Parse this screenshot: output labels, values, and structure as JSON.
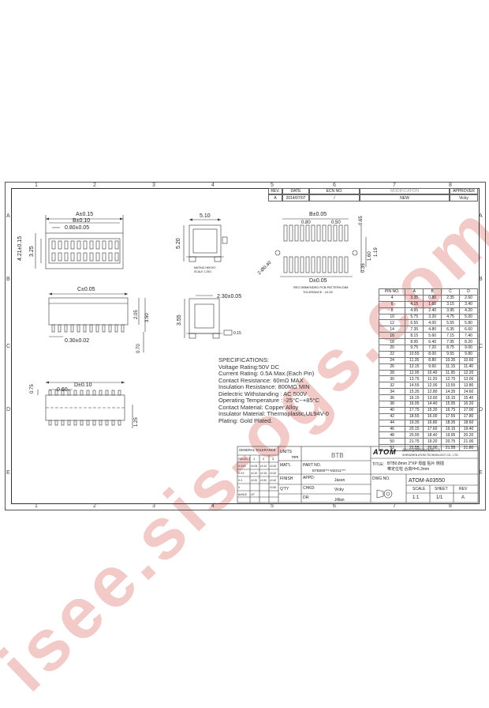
{
  "zones": {
    "cols": [
      "1",
      "2",
      "3",
      "4",
      "5",
      "6",
      "7",
      "8"
    ],
    "rows": [
      "A",
      "B",
      "C",
      "D",
      "E"
    ]
  },
  "revision_block": {
    "headers": [
      "REV.",
      "DATE",
      "ECN NO.",
      "MODIFICATION",
      "APPROVER"
    ],
    "row": [
      "A",
      "2014/07/07",
      "/",
      "NEW",
      "Vicky"
    ]
  },
  "dims": {
    "top_a": "A±0.15",
    "top_b": "B±0.10",
    "top_080": "0.80±0.05",
    "top_421": "4.21±0.15",
    "top_325": "3.25",
    "side_510": "5.10",
    "side_520": "5.20",
    "side_note": "MATING HEIGHT",
    "side_note2": "SCALE 1.25/1",
    "pcb_b": "B±0.05",
    "pcb_080": "0.80",
    "pcb_050": "0.50",
    "pcb_065": "0.65",
    "pcb_160": "1.60",
    "pcb_119": "1.19",
    "pcb_035": "0.35",
    "pcb_d": "D±0.05",
    "pcb_040": "2-Ø0.40",
    "pcb_note": "RECOMMENDED PCB PATTERN DIM.",
    "pcb_tol": "TOLERANCE : ±0.05",
    "front_c": "C±0.05",
    "front_205": "2.05",
    "front_350": "3.50",
    "front_030": "0.30±0.02",
    "front_070": "0.70",
    "end_230": "2.30±0.05",
    "end_355": "3.55",
    "end_015": "0.15",
    "bot_d": "D±0.10",
    "bot_060": "0.60",
    "bot_075": "0.75",
    "bot_125": "1.25"
  },
  "specs": [
    "SPECIFICATIONS:",
    "Voltage Rating:50V DC",
    "Current Rating: 0.5A Max.(Each Pin)",
    "Contact Resistance: 60mΩ MAX",
    "Insulation Resistance: 800MΩ MIN",
    "Dielectric Withstanding : AC 500V",
    "Operating Temperature : -25°C~+85°C",
    "Contact Material: Copper Alloy",
    "Insulator Material: Thermoplastic,UL94V-0",
    "Plating: Gold Plated."
  ],
  "pin_table": {
    "headers": [
      "PIN NO.",
      "A",
      "B",
      "C",
      "D"
    ],
    "rows": [
      [
        "4",
        "3.35",
        "0.80",
        "2.35",
        "2.60"
      ],
      [
        "6",
        "4.15",
        "1.60",
        "3.15",
        "3.40"
      ],
      [
        "8",
        "4.95",
        "2.40",
        "3.95",
        "4.20"
      ],
      [
        "10",
        "5.75",
        "3.20",
        "4.75",
        "5.00"
      ],
      [
        "12",
        "6.55",
        "4.00",
        "5.55",
        "5.80"
      ],
      [
        "14",
        "7.35",
        "4.80",
        "6.35",
        "6.60"
      ],
      [
        "16",
        "8.15",
        "5.60",
        "7.15",
        "7.40"
      ],
      [
        "18",
        "8.95",
        "6.40",
        "7.95",
        "8.20"
      ],
      [
        "20",
        "9.75",
        "7.20",
        "8.75",
        "9.00"
      ],
      [
        "22",
        "10.55",
        "8.00",
        "9.55",
        "9.80"
      ],
      [
        "24",
        "11.35",
        "8.80",
        "10.35",
        "10.60"
      ],
      [
        "26",
        "12.15",
        "9.60",
        "11.15",
        "11.40"
      ],
      [
        "28",
        "12.95",
        "10.40",
        "11.95",
        "12.20"
      ],
      [
        "30",
        "13.75",
        "11.20",
        "12.75",
        "13.00"
      ],
      [
        "32",
        "14.55",
        "12.00",
        "13.55",
        "13.80"
      ],
      [
        "34",
        "15.35",
        "12.80",
        "14.35",
        "14.60"
      ],
      [
        "36",
        "16.15",
        "13.60",
        "15.15",
        "15.40"
      ],
      [
        "38",
        "16.95",
        "14.40",
        "15.95",
        "16.20"
      ],
      [
        "40",
        "17.75",
        "15.20",
        "16.75",
        "17.00"
      ],
      [
        "42",
        "18.55",
        "16.00",
        "17.55",
        "17.80"
      ],
      [
        "44",
        "19.35",
        "16.80",
        "18.35",
        "18.60"
      ],
      [
        "46",
        "20.15",
        "17.60",
        "19.15",
        "19.40"
      ],
      [
        "48",
        "20.95",
        "18.40",
        "19.95",
        "20.20"
      ],
      [
        "50",
        "21.75",
        "19.20",
        "20.75",
        "21.00"
      ],
      [
        "52",
        "22.55",
        "20.00",
        "21.55",
        "21.80"
      ]
    ]
  },
  "title_block": {
    "general_tolerance": "GENERAL TOLERANCE",
    "select": "SELECT",
    "tol_cols": [
      "1",
      "2",
      "3"
    ],
    "tol_rows": [
      [
        "X.XXX",
        "±0.05",
        "±0.10",
        "±0.20"
      ],
      [
        "X.XX",
        "±0.10",
        "±0.15",
        "±0.20"
      ],
      [
        "X.X",
        "±0.20",
        "±0.30",
        "±0.40"
      ],
      [
        "X",
        "",
        "",
        "±0.50"
      ],
      [
        "ANGLE",
        "±3°",
        "",
        ""
      ]
    ],
    "units_label": "UNITS",
    "units_val": "mm",
    "mat_label": "MAT'L",
    "finish_label": "FINISH",
    "qty_label": "Q'TY",
    "part_no_label": "PART NO.",
    "part_no": "BTB080***-M2S11***",
    "btb": "BTB",
    "brand": "ATOM",
    "company_cn": "深圳市亚特得科技有限公司",
    "company_en": "SHENZHEN ATOM TECHNOLOGY CO., LTD.",
    "title_label": "TITLE:",
    "title_line1": "BTB0.8mm 2*XP 母座 贴片 侧插",
    "title_line2": "带定位柱 合高H=5.2mm",
    "appd_label": "APPD:",
    "appd": "Jason",
    "chkd_label": "CHKD:",
    "chkd": "Vicky",
    "dr_label": "DR:",
    "dr": "Jillian",
    "dwg_label": "DWG NO.",
    "dwg_no": "ATOM-A03550",
    "scale_label": "SCALE",
    "scale": "1:1",
    "sheet_label": "SHEET",
    "sheet": "1/1",
    "rev_label": "REV",
    "rev": "A"
  },
  "watermark": "isee.sis-ogs.com"
}
